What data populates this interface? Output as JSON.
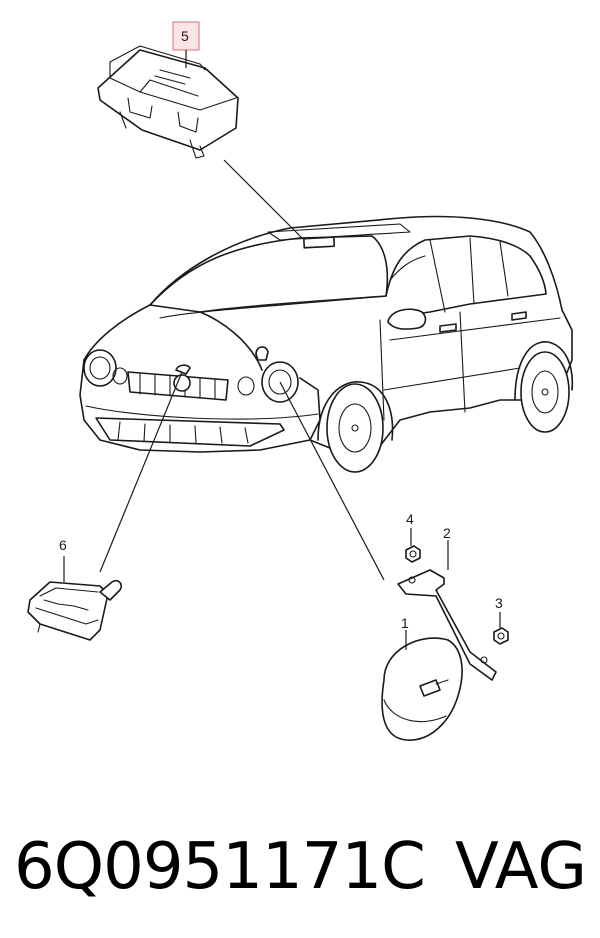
{
  "callouts": {
    "c1": "1",
    "c2": "2",
    "c3": "3",
    "c4": "4",
    "c5": "5",
    "c6": "6"
  },
  "footer": {
    "part_number": "6Q0951171C",
    "brand": "VAG"
  },
  "highlight_color": "#fbe3e6"
}
